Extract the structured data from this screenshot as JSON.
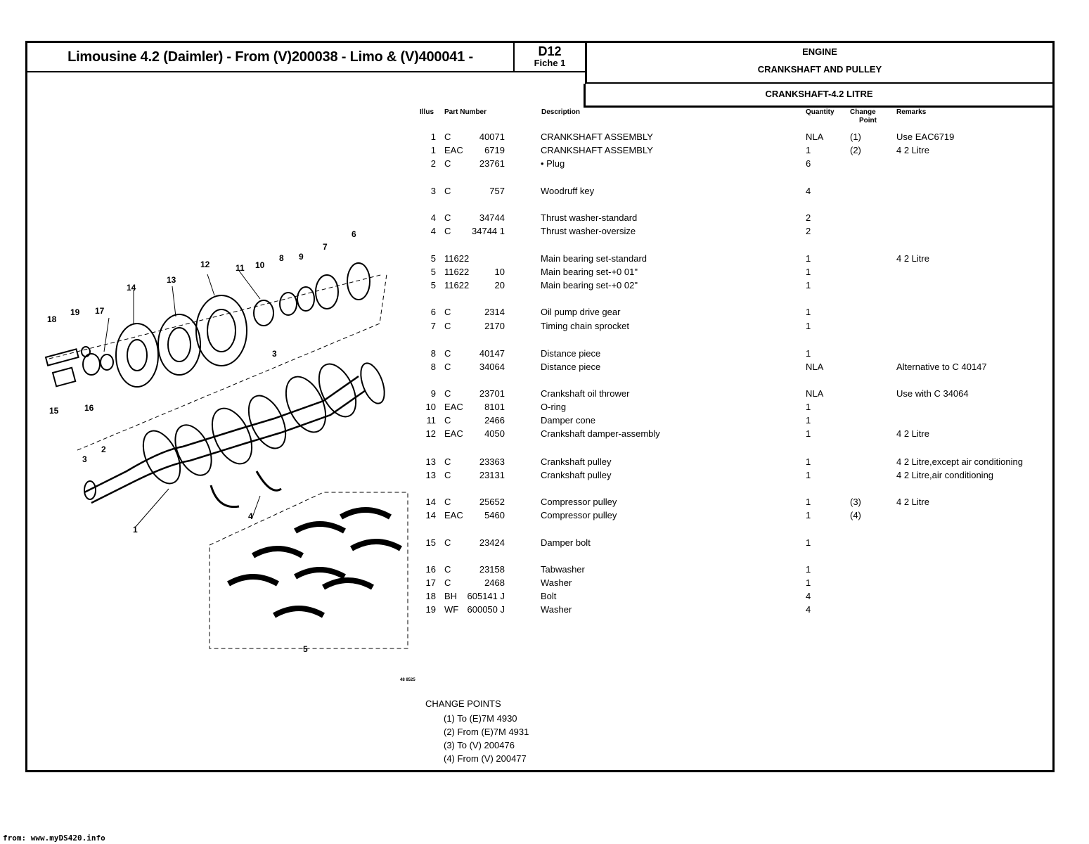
{
  "header": {
    "model_title": "Limousine 4.2 (Daimler) - From (V)200038 - Limo & (V)400041 -",
    "page_code": "D12",
    "fiche": "Fiche 1",
    "group": "ENGINE",
    "section": "CRANKSHAFT AND PULLEY",
    "subsection": "CRANKSHAFT-4.2 LITRE"
  },
  "columns": {
    "illus": "Illus",
    "part_number": "Part Number",
    "description": "Description",
    "quantity": "Quantity",
    "change_point_1": "Change",
    "change_point_2": "Point",
    "remarks": "Remarks"
  },
  "parts": [
    {
      "illus": "1",
      "prefix": "C",
      "number": "40071",
      "description": "CRANKSHAFT ASSEMBLY",
      "qty": "NLA",
      "change": "(1)",
      "remarks": "Use EAC6719"
    },
    {
      "illus": "1",
      "prefix": "EAC",
      "number": "6719",
      "description": "CRANKSHAFT ASSEMBLY",
      "qty": "1",
      "change": "(2)",
      "remarks": "4 2 Litre"
    },
    {
      "illus": "2",
      "prefix": "C",
      "number": "23761",
      "description": "• Plug",
      "qty": "6",
      "change": "",
      "remarks": ""
    },
    {
      "illus": "3",
      "prefix": "C",
      "number": "757",
      "description": "Woodruff key",
      "qty": "4",
      "change": "",
      "remarks": ""
    },
    {
      "illus": "4",
      "prefix": "C",
      "number": "34744",
      "description": "Thrust washer-standard",
      "qty": "2",
      "change": "",
      "remarks": ""
    },
    {
      "illus": "4",
      "prefix": "C",
      "number": "34744 1",
      "description": "Thrust washer-oversize",
      "qty": "2",
      "change": "",
      "remarks": ""
    },
    {
      "illus": "5",
      "prefix": "11622",
      "number": "",
      "description": "Main bearing set-standard",
      "qty": "1",
      "change": "",
      "remarks": "4 2 Litre"
    },
    {
      "illus": "5",
      "prefix": "11622",
      "number": "10",
      "description": "Main bearing set-+0 01\"",
      "qty": "1",
      "change": "",
      "remarks": ""
    },
    {
      "illus": "5",
      "prefix": "11622",
      "number": "20",
      "description": "Main bearing set-+0 02\"",
      "qty": "1",
      "change": "",
      "remarks": ""
    },
    {
      "illus": "6",
      "prefix": "C",
      "number": "2314",
      "description": "Oil pump drive gear",
      "qty": "1",
      "change": "",
      "remarks": ""
    },
    {
      "illus": "7",
      "prefix": "C",
      "number": "2170",
      "description": "Timing chain sprocket",
      "qty": "1",
      "change": "",
      "remarks": ""
    },
    {
      "illus": "8",
      "prefix": "C",
      "number": "40147",
      "description": "Distance piece",
      "qty": "1",
      "change": "",
      "remarks": ""
    },
    {
      "illus": "8",
      "prefix": "C",
      "number": "34064",
      "description": "Distance piece",
      "qty": "NLA",
      "change": "",
      "remarks": "Alternative to C 40147"
    },
    {
      "illus": "9",
      "prefix": "C",
      "number": "23701",
      "description": "Crankshaft oil thrower",
      "qty": "NLA",
      "change": "",
      "remarks": "Use with C 34064"
    },
    {
      "illus": "10",
      "prefix": "EAC",
      "number": "8101",
      "description": "O-ring",
      "qty": "1",
      "change": "",
      "remarks": ""
    },
    {
      "illus": "11",
      "prefix": "C",
      "number": "2466",
      "description": "Damper cone",
      "qty": "1",
      "change": "",
      "remarks": ""
    },
    {
      "illus": "12",
      "prefix": "EAC",
      "number": "4050",
      "description": "Crankshaft damper-assembly",
      "qty": "1",
      "change": "",
      "remarks": "4 2 Litre"
    },
    {
      "illus": "13",
      "prefix": "C",
      "number": "23363",
      "description": "Crankshaft pulley",
      "qty": "1",
      "change": "",
      "remarks": "4 2 Litre,except air conditioning"
    },
    {
      "illus": "13",
      "prefix": "C",
      "number": "23131",
      "description": "Crankshaft pulley",
      "qty": "1",
      "change": "",
      "remarks": "4 2 Litre,air conditioning"
    },
    {
      "illus": "14",
      "prefix": "C",
      "number": "25652",
      "description": "Compressor pulley",
      "qty": "1",
      "change": "(3)",
      "remarks": "4 2 Litre"
    },
    {
      "illus": "14",
      "prefix": "EAC",
      "number": "5460",
      "description": "Compressor pulley",
      "qty": "1",
      "change": "(4)",
      "remarks": ""
    },
    {
      "illus": "15",
      "prefix": "C",
      "number": "23424",
      "description": "Damper bolt",
      "qty": "1",
      "change": "",
      "remarks": ""
    },
    {
      "illus": "16",
      "prefix": "C",
      "number": "23158",
      "description": "Tabwasher",
      "qty": "1",
      "change": "",
      "remarks": ""
    },
    {
      "illus": "17",
      "prefix": "C",
      "number": "2468",
      "description": "Washer",
      "qty": "1",
      "change": "",
      "remarks": ""
    },
    {
      "illus": "18",
      "prefix": "BH",
      "number": "605141 J",
      "description": "Bolt",
      "qty": "4",
      "change": "",
      "remarks": ""
    },
    {
      "illus": "19",
      "prefix": "WF",
      "number": "600050 J",
      "description": "Washer",
      "qty": "4",
      "change": "",
      "remarks": ""
    }
  ],
  "change_points": {
    "heading": "CHANGE POINTS",
    "items": [
      "(1) To (E)7M 4930",
      "(2) From (E)7M 4931",
      "(3) To (V) 200476",
      "(4) From (V) 200477"
    ]
  },
  "diagram": {
    "callouts": [
      "1",
      "2",
      "3",
      "3",
      "4",
      "5",
      "6",
      "7",
      "8",
      "9",
      "10",
      "11",
      "12",
      "13",
      "14",
      "15",
      "16",
      "17",
      "18",
      "19"
    ],
    "reference": "48 8525"
  },
  "footer": "from: www.myDS420.info"
}
